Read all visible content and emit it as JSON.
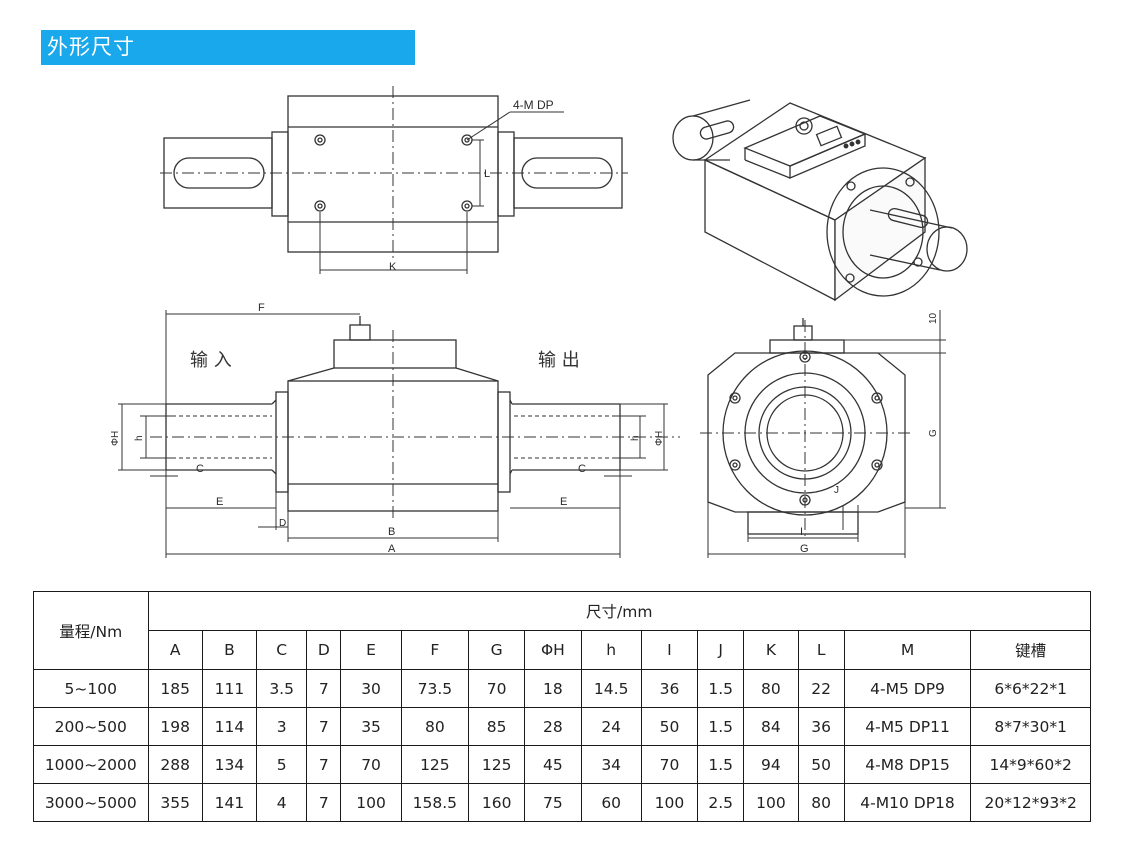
{
  "section_title": "外形尺寸",
  "drawing_labels": {
    "thread_callout": "4-M DP",
    "K": "K",
    "L": "L",
    "F": "F",
    "A": "A",
    "B": "B",
    "C": "C",
    "D": "D",
    "E": "E",
    "G": "G",
    "I": "I",
    "J": "J",
    "h": "h",
    "PhiH": "ΦH",
    "ten": "10",
    "input": "输 入",
    "output": "输 出"
  },
  "table": {
    "range_header": "量程/Nm",
    "dims_header": "尺寸/mm",
    "columns": [
      "A",
      "B",
      "C",
      "D",
      "E",
      "F",
      "G",
      "ΦH",
      "h",
      "I",
      "J",
      "K",
      "L",
      "M",
      "键槽"
    ],
    "rows": [
      {
        "range": "5~100",
        "values": [
          "185",
          "111",
          "3.5",
          "7",
          "30",
          "73.5",
          "70",
          "18",
          "14.5",
          "36",
          "1.5",
          "80",
          "22",
          "4-M5 DP9",
          "6*6*22*1"
        ]
      },
      {
        "range": "200~500",
        "values": [
          "198",
          "114",
          "3",
          "7",
          "35",
          "80",
          "85",
          "28",
          "24",
          "50",
          "1.5",
          "84",
          "36",
          "4-M5 DP11",
          "8*7*30*1"
        ]
      },
      {
        "range": "1000~2000",
        "values": [
          "288",
          "134",
          "5",
          "7",
          "70",
          "125",
          "125",
          "45",
          "34",
          "70",
          "1.5",
          "94",
          "50",
          "4-M8 DP15",
          "14*9*60*2"
        ]
      },
      {
        "range": "3000~5000",
        "values": [
          "355",
          "141",
          "4",
          "7",
          "100",
          "158.5",
          "160",
          "75",
          "60",
          "100",
          "2.5",
          "100",
          "80",
          "4-M10 DP18",
          "20*12*93*2"
        ]
      }
    ]
  }
}
